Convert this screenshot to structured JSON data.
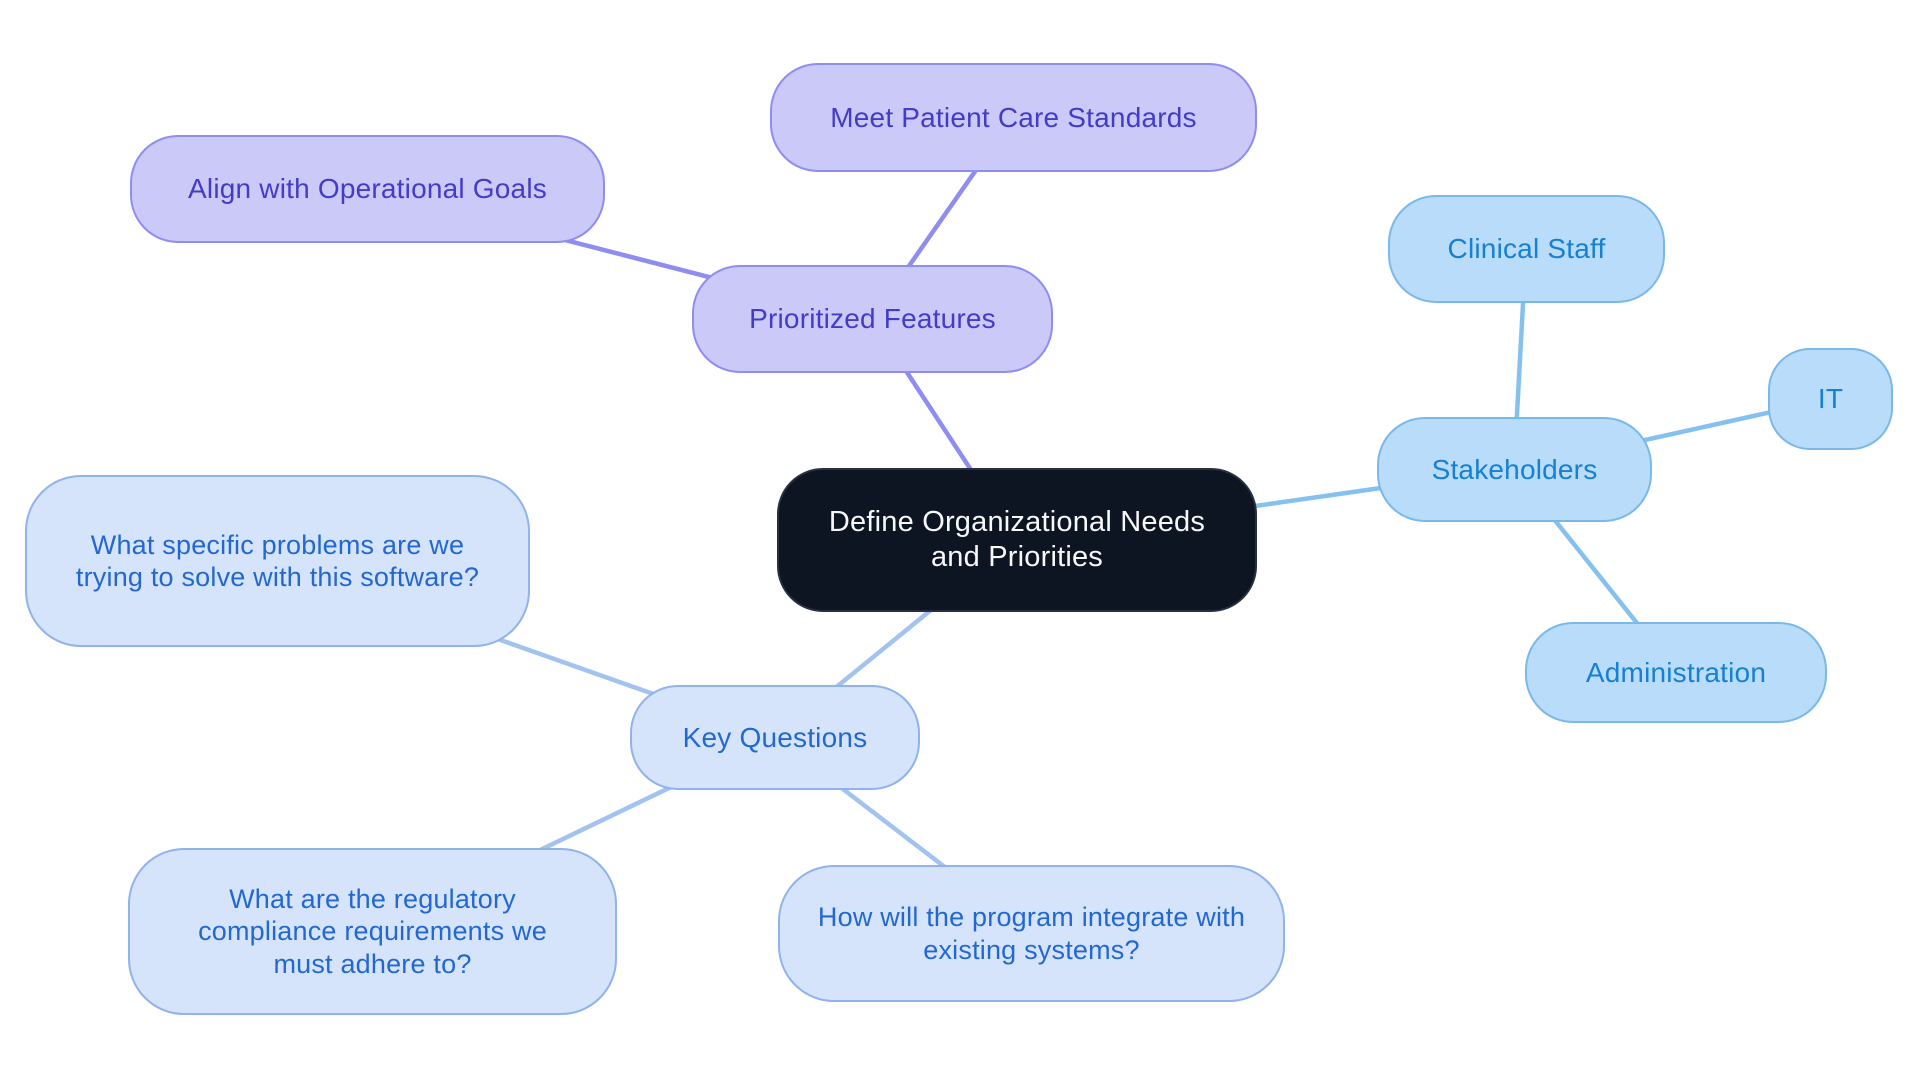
{
  "nodes": {
    "central": {
      "label": "Define Organizational Needs and Priorities"
    },
    "prioritized_features": {
      "label": "Prioritized Features"
    },
    "align_operational_goals": {
      "label": "Align with Operational Goals"
    },
    "meet_patient_care_standards": {
      "label": "Meet Patient Care Standards"
    },
    "stakeholders": {
      "label": "Stakeholders"
    },
    "clinical_staff": {
      "label": "Clinical Staff"
    },
    "it": {
      "label": "IT"
    },
    "administration": {
      "label": "Administration"
    },
    "key_questions": {
      "label": "Key Questions"
    },
    "q_specific_problems": {
      "label": "What specific problems are we trying to solve with this software?"
    },
    "q_regulatory_compliance": {
      "label": "What are the regulatory compliance requirements we must adhere to?"
    },
    "q_system_integration": {
      "label": "How will the program integrate with existing systems?"
    }
  },
  "colors": {
    "background": "#ffffff",
    "purple_fill": "#cac9f8",
    "purple_border": "#8f8df1",
    "purple_text": "#433cc8",
    "purple_edge": "#8f8df1",
    "skyblue_fill": "#b8dcfa",
    "skyblue_border": "#7bb8ea",
    "skyblue_text": "#1680d2",
    "skyblue_edge": "#85c1ee",
    "paleblue_fill": "#d5e4fa",
    "paleblue_border": "#8fb3ea",
    "paleblue_text": "#2368d0",
    "paleblue_edge": "#a2c2f0",
    "central_fill": "#0d1522",
    "central_border": "#27303e",
    "central_text": "#f7f8fa"
  }
}
